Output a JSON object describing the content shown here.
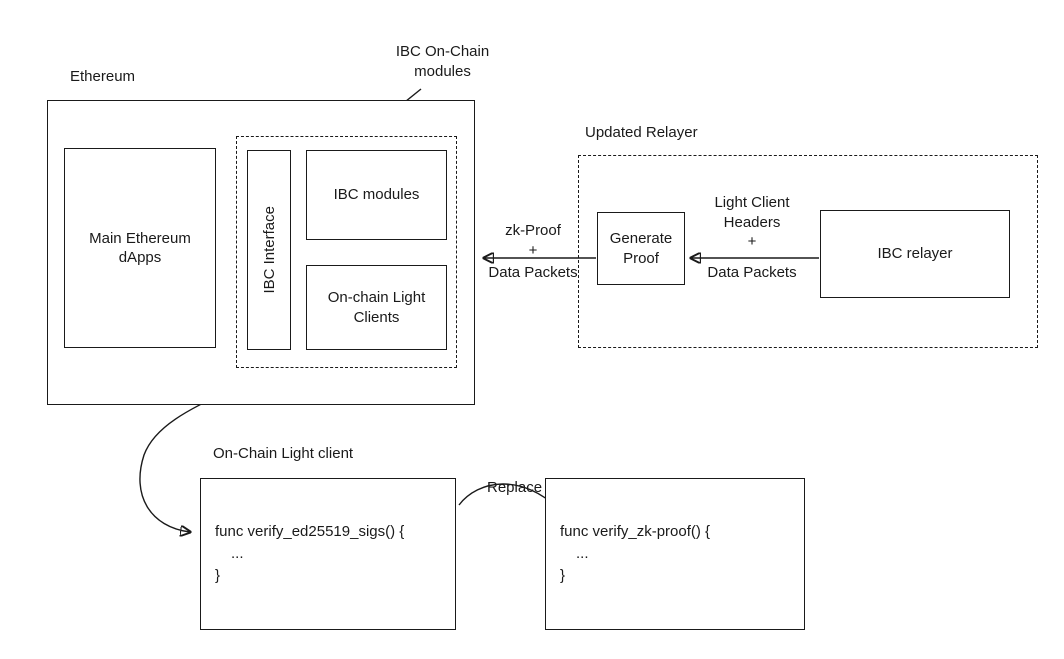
{
  "labels": {
    "ethereum": "Ethereum",
    "ibc_onchain_modules": "IBC On-Chain modules",
    "updated_relayer": "Updated Relayer",
    "onchain_light_client_section": "On-Chain Light client",
    "replace": "Replace"
  },
  "boxes": {
    "main_dapps": "Main Ethereum dApps",
    "ibc_interface": "IBC Interface",
    "ibc_modules": "IBC modules",
    "onchain_light_clients": "On-chain Light Clients",
    "generate_proof": "Generate Proof",
    "ibc_relayer": "IBC relayer"
  },
  "edge_labels": {
    "zk_proof": {
      "top1": "zk-Proof",
      "top2": "+",
      "bottom": "Data Packets"
    },
    "light_client_headers": {
      "top1": "Light Client",
      "top2": "Headers",
      "top3": "+",
      "bottom": "Data Packets"
    }
  },
  "code": {
    "box1": [
      "func verify_ed25519_sigs() {",
      "...",
      "}"
    ],
    "box2": [
      "func verify_zk-proof() {",
      "...",
      "}"
    ]
  },
  "colors": {
    "line": "#1a1a1a",
    "background": "#ffffff"
  }
}
